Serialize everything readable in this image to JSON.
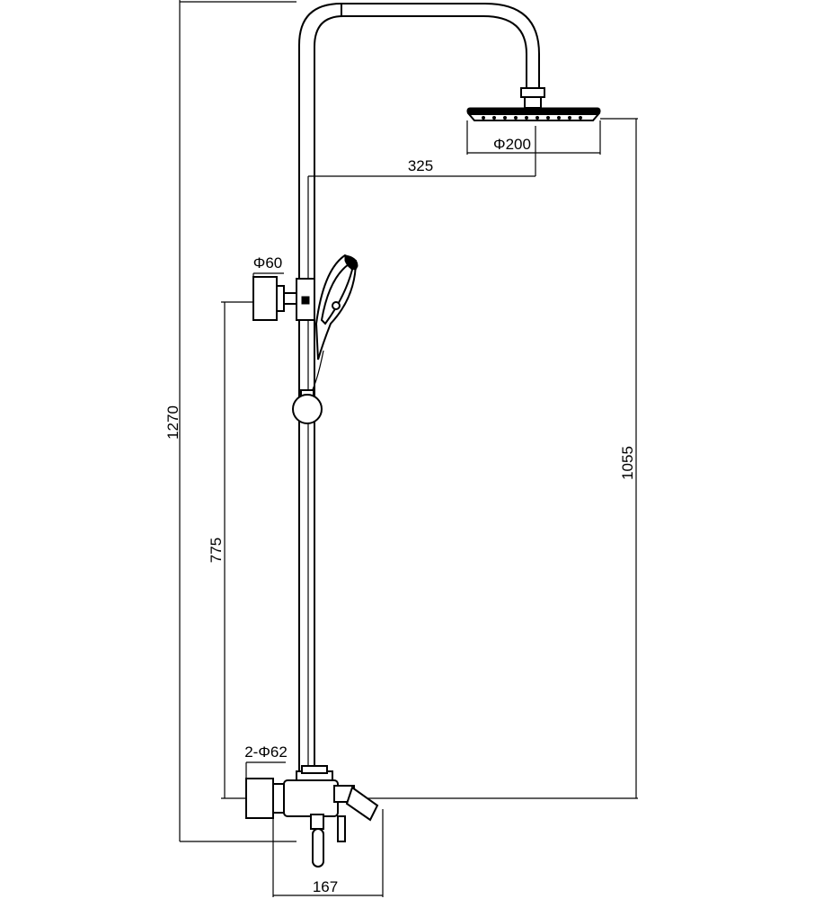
{
  "dimensions": {
    "overall_height": "1270",
    "head_height": "1055",
    "handset_height": "775",
    "arm_reach": "325",
    "head_diameter": "Φ200",
    "holder_diameter": "Φ60",
    "escutcheon_diameter": "2-Φ62",
    "mixer_width": "167"
  },
  "colors": {
    "ink": "#000000",
    "paper": "#ffffff"
  }
}
